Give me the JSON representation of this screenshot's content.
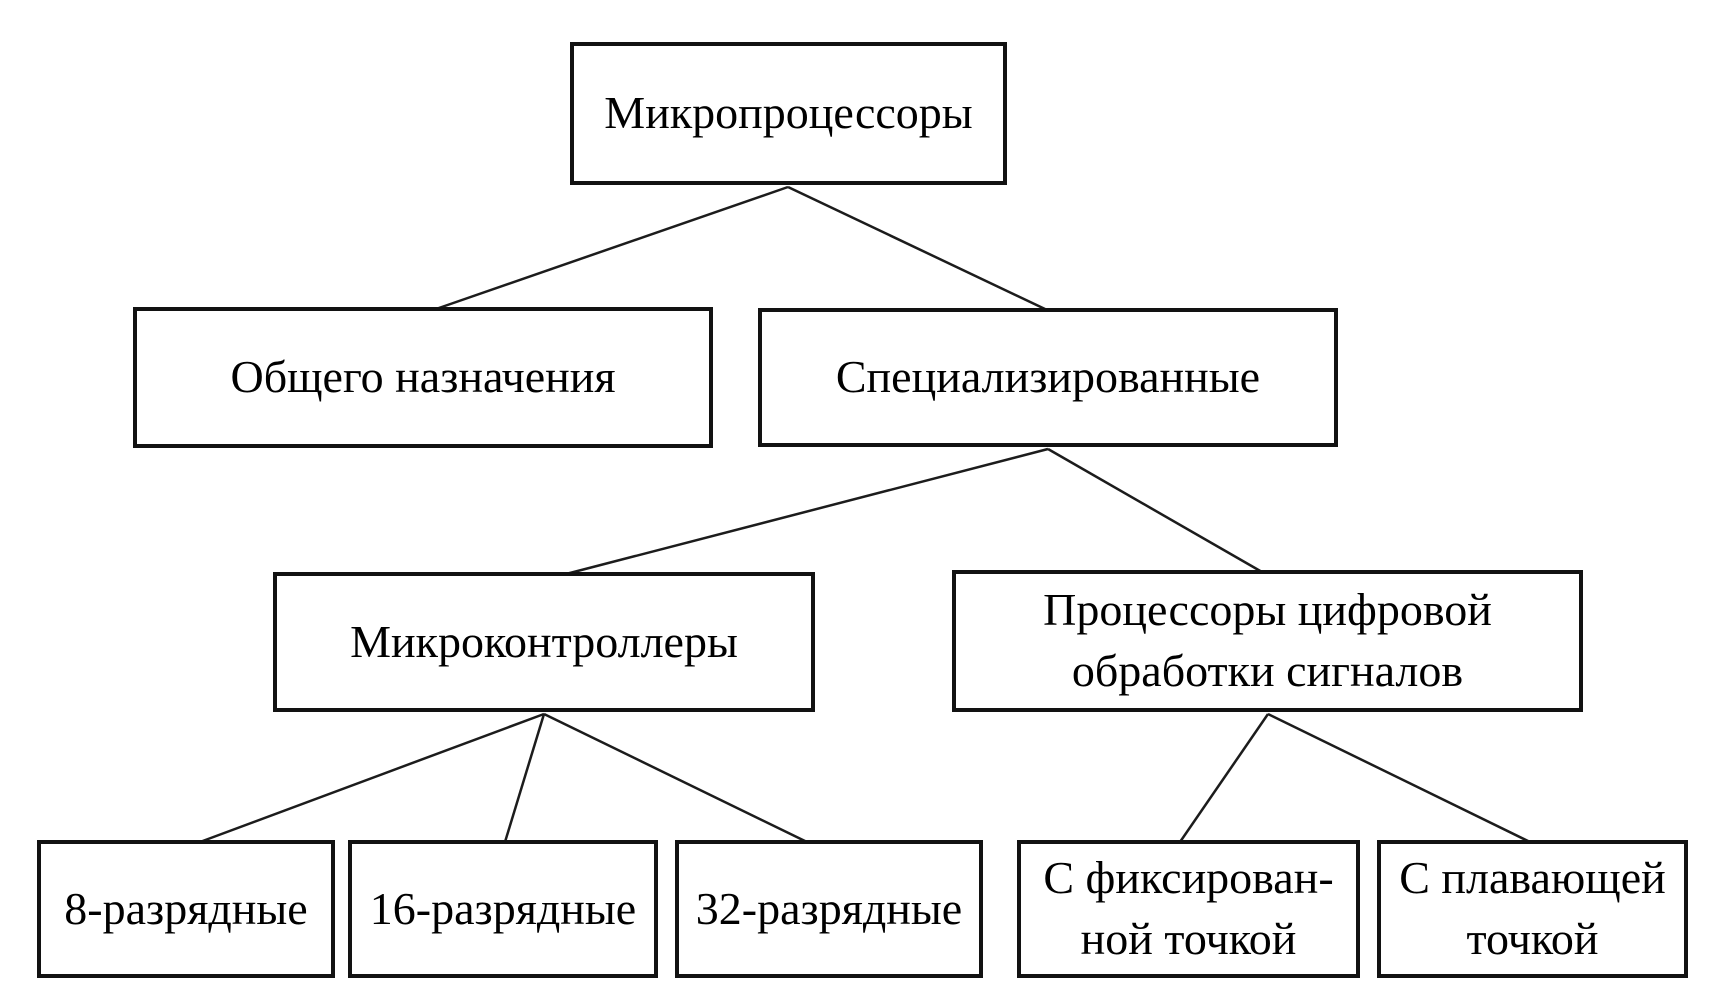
{
  "diagram": {
    "type": "tree",
    "language": "ru",
    "colors": {
      "background": "#ffffff",
      "box_border": "#121212",
      "text": "#000000",
      "connector": "#1c1c1c"
    },
    "nodes": [
      {
        "id": "root",
        "label": "Микропроцессоры",
        "parent": null
      },
      {
        "id": "general",
        "label": "Общего назначения",
        "parent": "root"
      },
      {
        "id": "specialized",
        "label": "Специализированные",
        "parent": "root"
      },
      {
        "id": "mcu",
        "label": "Микроконтроллеры",
        "parent": "specialized"
      },
      {
        "id": "dsp",
        "label": "Процессоры цифровой\nобработки сигналов",
        "parent": "specialized"
      },
      {
        "id": "bit8",
        "label": "8-разрядные",
        "parent": "mcu"
      },
      {
        "id": "bit16",
        "label": "16-разрядные",
        "parent": "mcu"
      },
      {
        "id": "bit32",
        "label": "32-разрядные",
        "parent": "mcu"
      },
      {
        "id": "fixed",
        "label": "С фиксирован-\nной точкой",
        "parent": "dsp"
      },
      {
        "id": "float",
        "label": "С плавающей\nточкой",
        "parent": "dsp"
      }
    ]
  }
}
